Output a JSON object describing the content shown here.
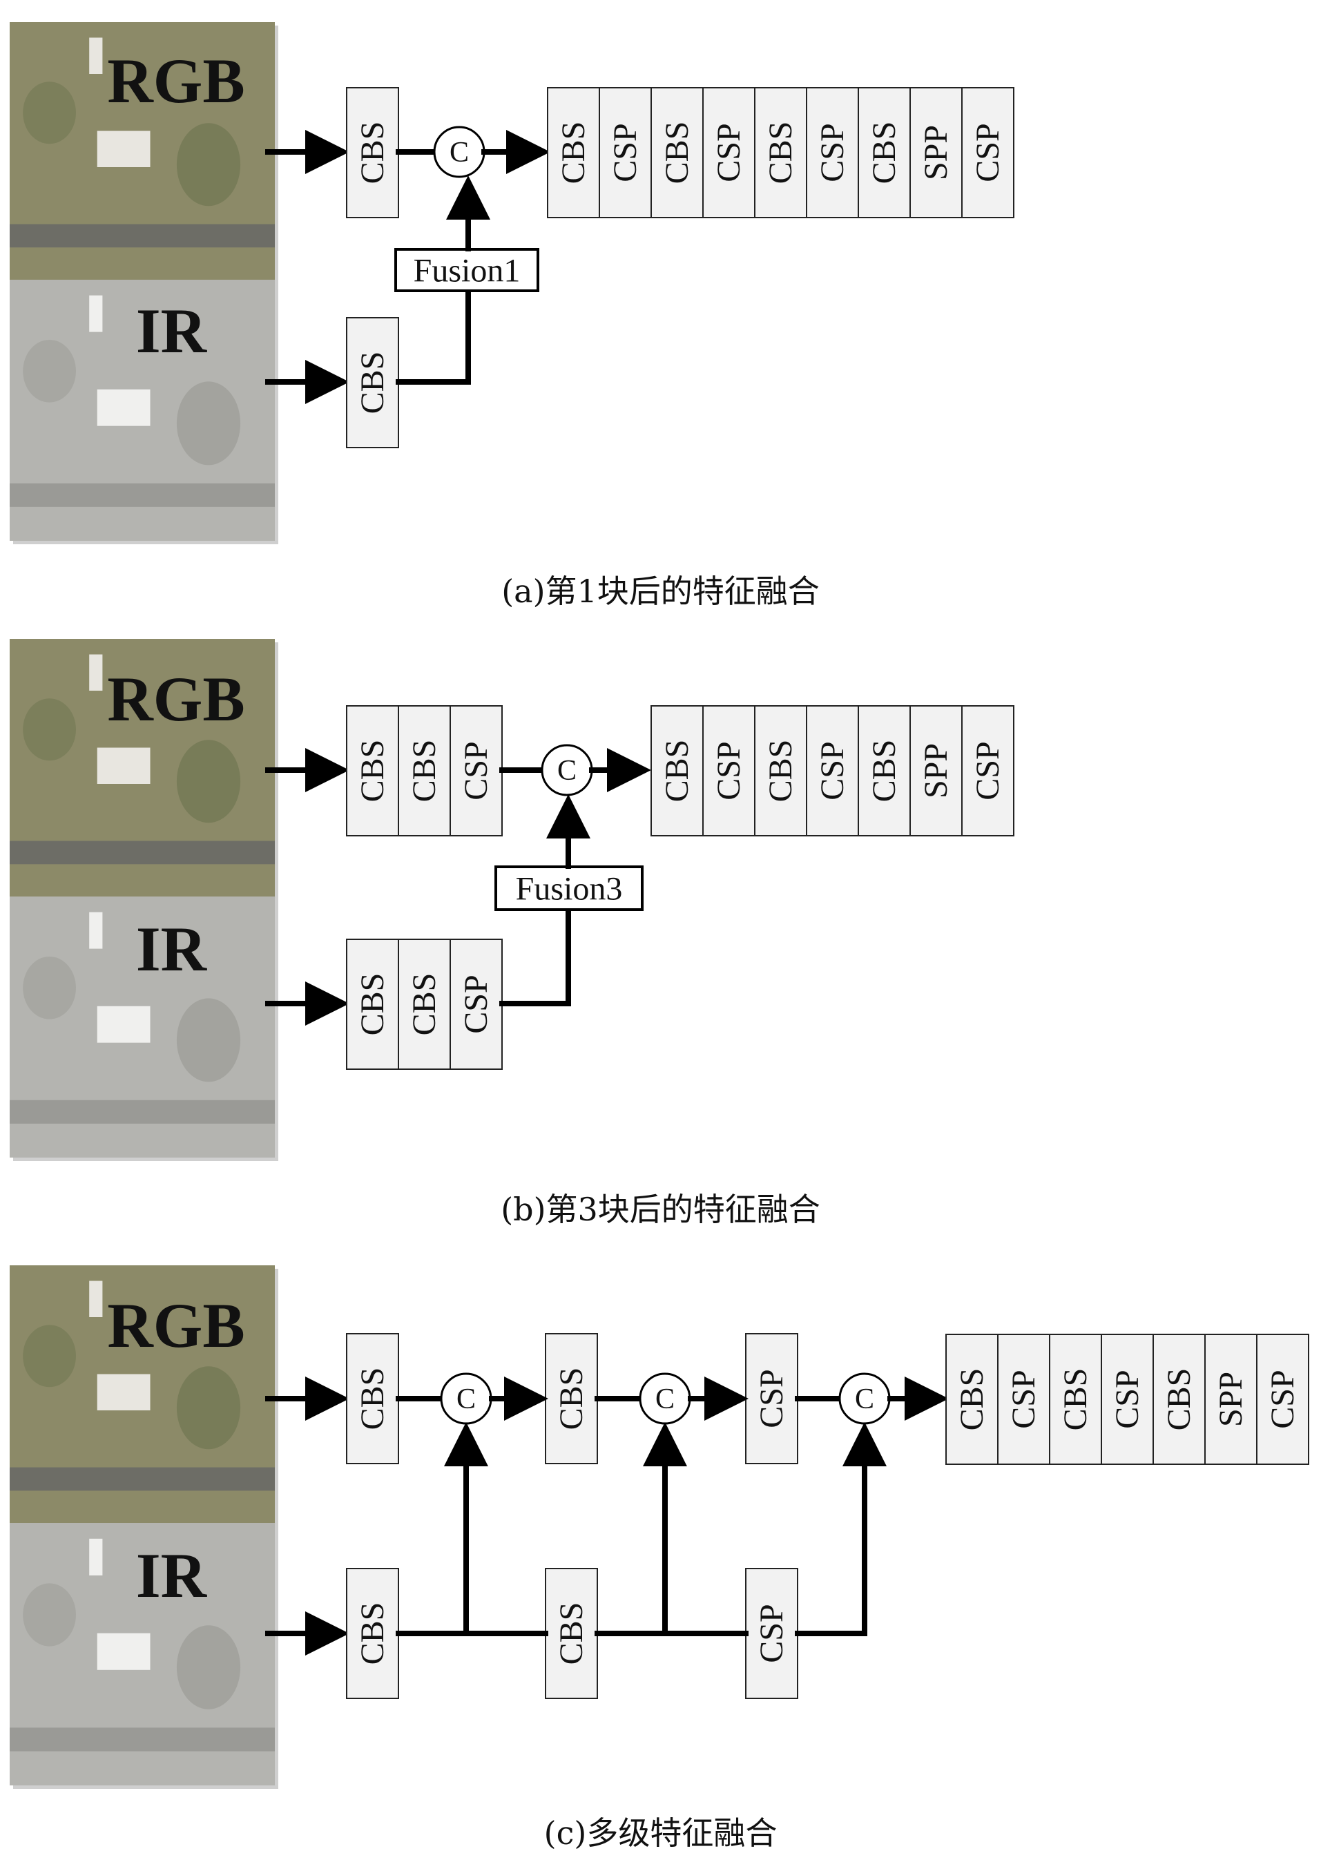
{
  "panels": [
    {
      "id": "a",
      "caption": "(a)第1块后的特征融合",
      "rgb_label": "RGB",
      "ir_label": "IR",
      "rgb_branch": [
        "CBS"
      ],
      "ir_branch": [
        "CBS"
      ],
      "concat_symbol": "C",
      "fusion_label": "Fusion1",
      "backbone_tail": [
        "CBS",
        "CSP",
        "CBS",
        "CSP",
        "CBS",
        "CSP",
        "CBS",
        "SPP",
        "CSP"
      ]
    },
    {
      "id": "b",
      "caption": "(b)第3块后的特征融合",
      "rgb_label": "RGB",
      "ir_label": "IR",
      "rgb_branch": [
        "CBS",
        "CBS",
        "CSP"
      ],
      "ir_branch": [
        "CBS",
        "CBS",
        "CSP"
      ],
      "concat_symbol": "C",
      "fusion_label": "Fusion3",
      "backbone_tail": [
        "CBS",
        "CSP",
        "CBS",
        "CSP",
        "CBS",
        "SPP",
        "CSP"
      ]
    },
    {
      "id": "c",
      "caption": "(c)多级特征融合",
      "rgb_label": "RGB",
      "ir_label": "IR",
      "rgb_stages": [
        "CBS",
        "CBS",
        "CSP"
      ],
      "ir_stages": [
        "CBS",
        "CBS",
        "CSP"
      ],
      "concat_symbol": "C",
      "backbone_tail": [
        "CBS",
        "CSP",
        "CBS",
        "CSP",
        "CBS",
        "SPP",
        "CSP"
      ]
    }
  ],
  "colors": {
    "block_fill": "#f2f2f2",
    "rgb_image": "#8c8a68",
    "ir_image": "#b4b4b0"
  }
}
